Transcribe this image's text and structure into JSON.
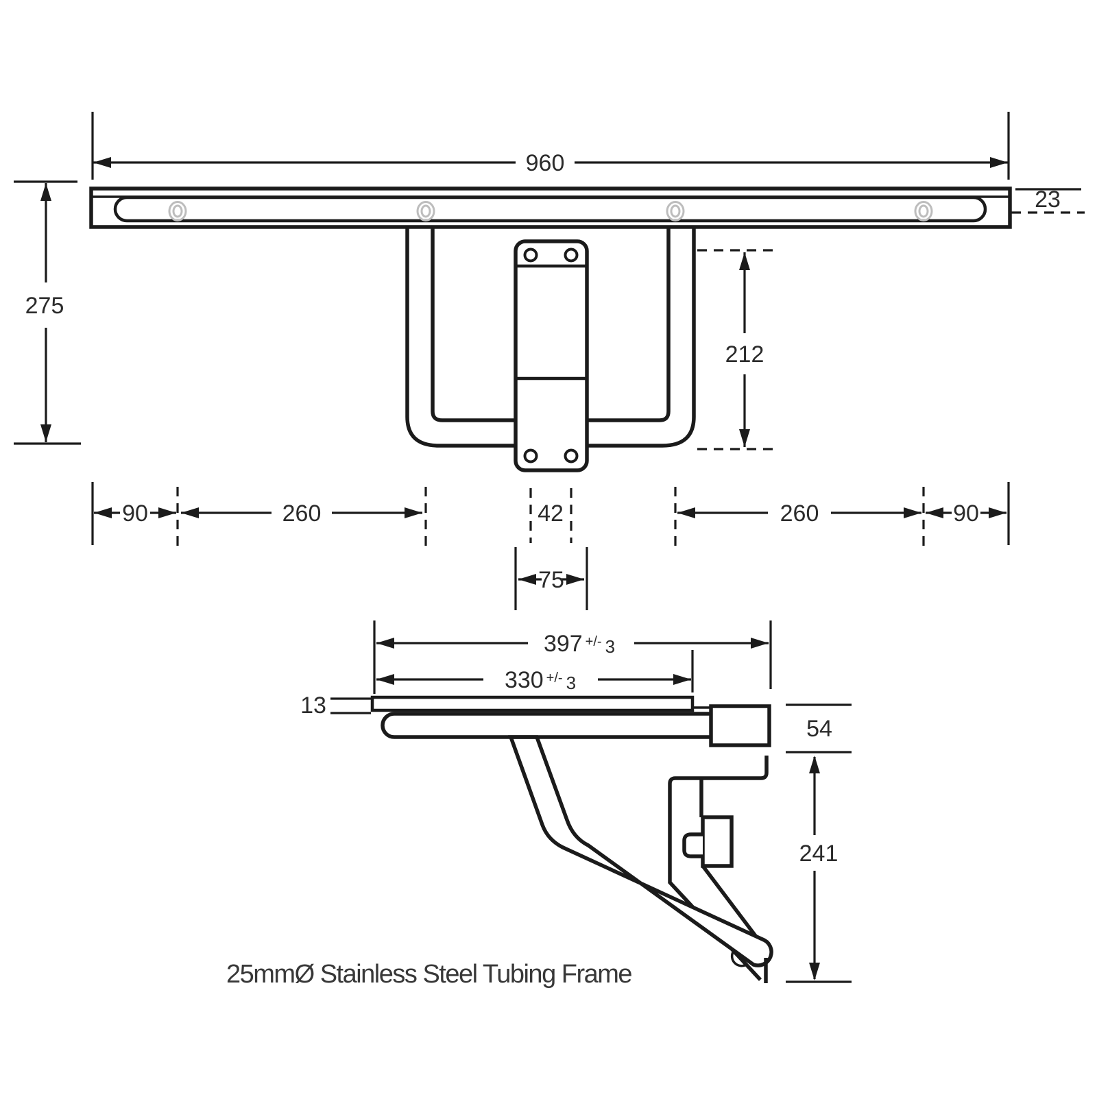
{
  "title": "25mmØ Stainless Steel Tubing Frame",
  "colors": {
    "line": "#1b1b1b",
    "hole": "#bdbdbd",
    "background": "#ffffff",
    "text": "#2b2b2b"
  },
  "top_view": {
    "overall_width": "960",
    "profile_offset": "23",
    "overall_depth": "275",
    "frame_drop": "212",
    "edge_to_hole_left": "90",
    "hole_spacing_left": "260",
    "plate_hole_spacing": "42",
    "hole_spacing_right": "260",
    "edge_to_hole_right": "90",
    "plate_width": "75"
  },
  "side_view": {
    "overall_projection": "397",
    "overall_projection_tol_sign": "+/-",
    "overall_projection_tol_value": "3",
    "seat_depth": "330",
    "seat_depth_tol_sign": "+/-",
    "seat_depth_tol_value": "3",
    "seat_thickness": "13",
    "rail_height": "54",
    "bracket_drop": "241"
  }
}
